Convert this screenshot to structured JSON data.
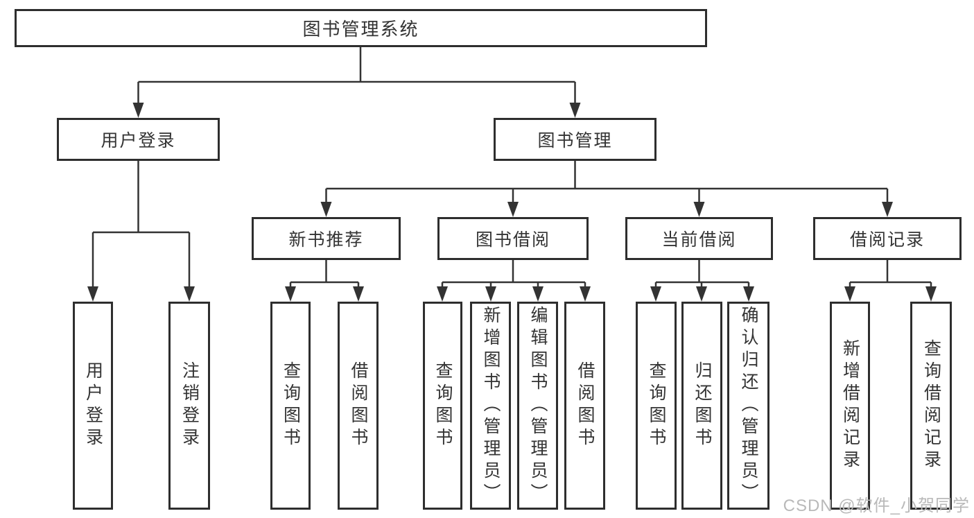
{
  "diagram": {
    "root": {
      "label": "图书管理系统"
    },
    "branches": [
      {
        "label": "用户登录",
        "children": [
          {
            "label": "用户登录"
          },
          {
            "label": "注销登录"
          }
        ]
      },
      {
        "label": "图书管理",
        "children": [
          {
            "label": "新书推荐",
            "children": [
              {
                "label": "查询图书"
              },
              {
                "label": "借阅图书"
              }
            ]
          },
          {
            "label": "图书借阅",
            "children": [
              {
                "label": "查询图书"
              },
              {
                "label": "新增图书（管理员）"
              },
              {
                "label": "编辑图书（管理员）"
              },
              {
                "label": "借阅图书"
              }
            ]
          },
          {
            "label": "当前借阅",
            "children": [
              {
                "label": "查询图书"
              },
              {
                "label": "归还图书"
              },
              {
                "label": "确认归还（管理员）"
              }
            ]
          },
          {
            "label": "借阅记录",
            "children": [
              {
                "label": "新增借阅记录"
              },
              {
                "label": "查询借阅记录"
              }
            ]
          }
        ]
      }
    ]
  },
  "watermark": {
    "text": "CSDN @软件_小贺同学"
  },
  "colors": {
    "line": "#333333",
    "box_border": "#2e2e2e",
    "text": "#333333",
    "watermark": "#b9b9b9",
    "background": "#ffffff"
  }
}
